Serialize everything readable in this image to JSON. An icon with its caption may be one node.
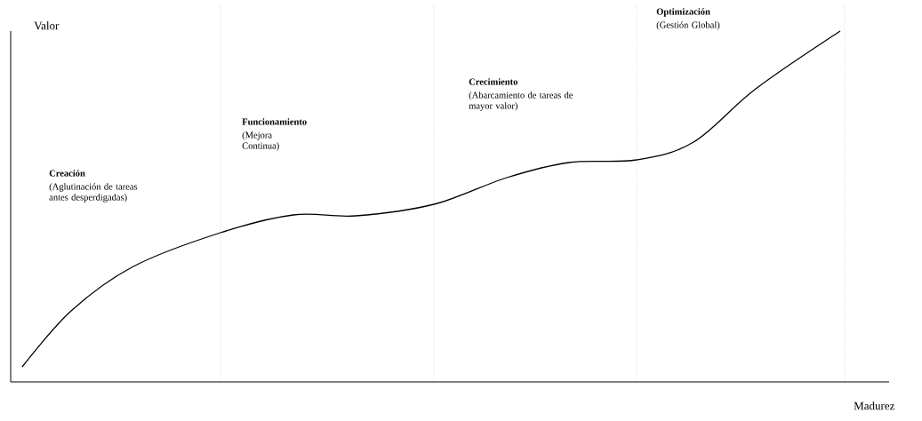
{
  "diagram": {
    "labels": [
      "Valor",
      "Creación",
      "(Aglutinación de tareas antes desperdigadas)",
      "Funcionamiento",
      "(Mejora Continua)",
      "Crecimiento",
      "(Abarcamiento de tareas de mayor valor)",
      "Optimización",
      "(Gestión Global)",
      "Madurez"
    ]
  }
}
